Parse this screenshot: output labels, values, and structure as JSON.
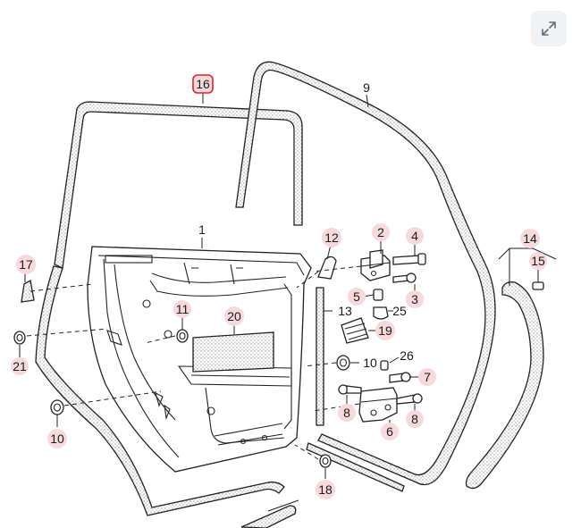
{
  "toolbar": {
    "expand_icon": "expand-icon"
  },
  "colors": {
    "highlight": "#d7262c",
    "badge_fill": "#f7d9db",
    "line": "#222222"
  },
  "callouts": [
    {
      "id": "c16",
      "label": "16",
      "highlighted": true
    },
    {
      "id": "c9",
      "label": "9"
    },
    {
      "id": "c1",
      "label": "1"
    },
    {
      "id": "c2",
      "label": "2"
    },
    {
      "id": "c4",
      "label": "4"
    },
    {
      "id": "c12",
      "label": "12"
    },
    {
      "id": "c14",
      "label": "14"
    },
    {
      "id": "c15",
      "label": "15"
    },
    {
      "id": "c17",
      "label": "17"
    },
    {
      "id": "c3",
      "label": "3"
    },
    {
      "id": "c5",
      "label": "5"
    },
    {
      "id": "c25",
      "label": "25"
    },
    {
      "id": "c11",
      "label": "11"
    },
    {
      "id": "c20",
      "label": "20"
    },
    {
      "id": "c13",
      "label": "13"
    },
    {
      "id": "c19",
      "label": "19"
    },
    {
      "id": "c21",
      "label": "21"
    },
    {
      "id": "c26",
      "label": "26"
    },
    {
      "id": "c10a",
      "label": "10"
    },
    {
      "id": "c7",
      "label": "7"
    },
    {
      "id": "c8a",
      "label": "8"
    },
    {
      "id": "c8b",
      "label": "8"
    },
    {
      "id": "c6",
      "label": "6"
    },
    {
      "id": "c10b",
      "label": "10"
    },
    {
      "id": "c18",
      "label": "18"
    }
  ]
}
